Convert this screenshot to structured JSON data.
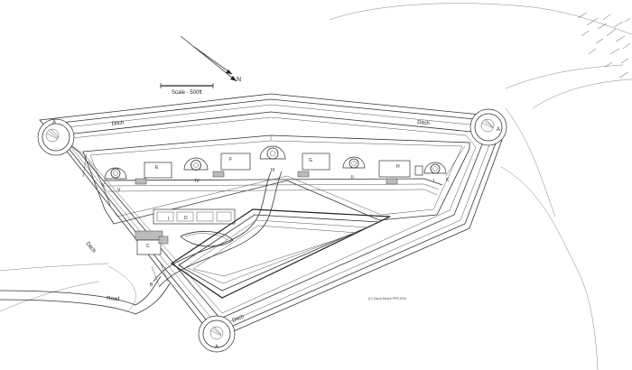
{
  "diagram": {
    "scale_label": "Scale - 500ft",
    "north_label": "N",
    "copyright": "(C) David Moore PFS 2010",
    "labels": {
      "bastion_a_nw": "A",
      "bastion_a_ne": "A",
      "bastion_a_s": "A",
      "ditch_nw": "Ditch",
      "ditch_ne": "Ditch",
      "ditch_w": "Ditch",
      "ditch_s": "Ditch",
      "road": "Road",
      "b": "B",
      "c": "C",
      "d": "D",
      "e": "E",
      "f": "F",
      "g": "G",
      "h": "H",
      "i": "I",
      "k_left": "K",
      "k_right": "K",
      "battery_i": "I",
      "battery_ii": "II",
      "battery_iii": "III",
      "battery_iv": "IV",
      "battery_v": "V"
    }
  }
}
